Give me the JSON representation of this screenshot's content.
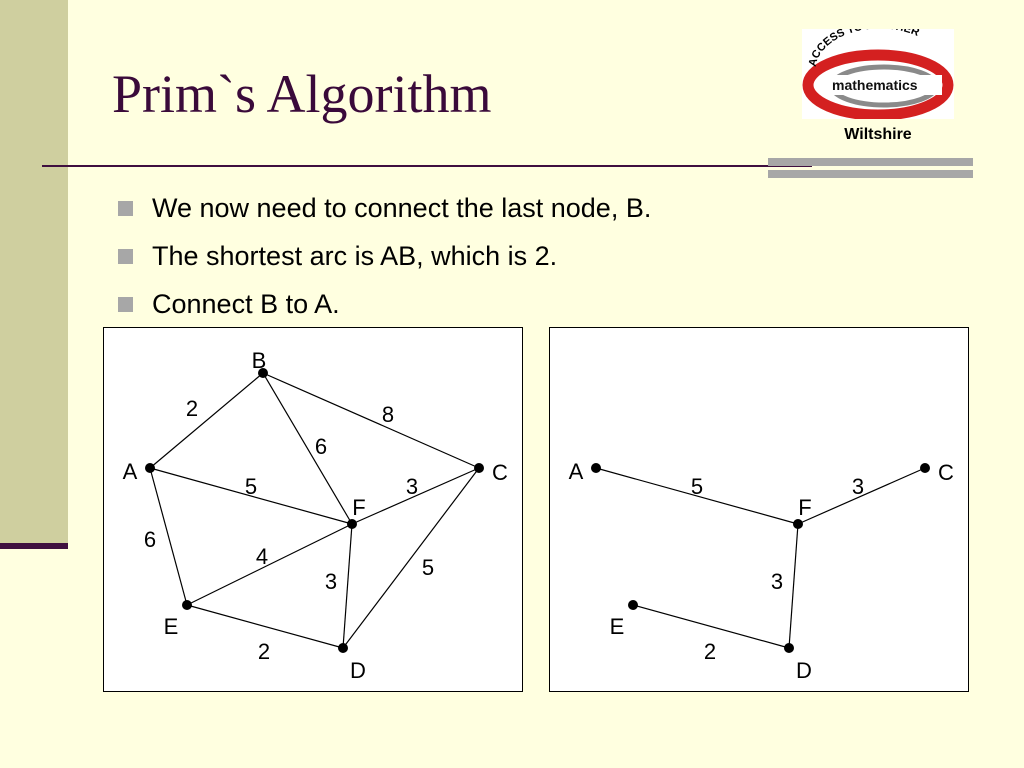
{
  "slide": {
    "title": "Prim`s Algorithm",
    "bullets": [
      "We now need to connect the last node, B.",
      "The shortest arc is AB, which is 2.",
      "Connect B to A."
    ]
  },
  "logo": {
    "top_text": "ACCESS TO FURTHER",
    "word": "mathematics",
    "caption": "Wiltshire"
  },
  "graphs": {
    "full": {
      "nodes": [
        "A",
        "B",
        "C",
        "D",
        "E",
        "F"
      ],
      "edges": [
        {
          "from": "A",
          "to": "B",
          "weight": "2"
        },
        {
          "from": "B",
          "to": "C",
          "weight": "8"
        },
        {
          "from": "B",
          "to": "F",
          "weight": "6"
        },
        {
          "from": "A",
          "to": "F",
          "weight": "5"
        },
        {
          "from": "F",
          "to": "C",
          "weight": "3"
        },
        {
          "from": "A",
          "to": "E",
          "weight": "6"
        },
        {
          "from": "E",
          "to": "F",
          "weight": "4"
        },
        {
          "from": "F",
          "to": "D",
          "weight": "3"
        },
        {
          "from": "C",
          "to": "D",
          "weight": "5"
        },
        {
          "from": "E",
          "to": "D",
          "weight": "2"
        }
      ]
    },
    "tree": {
      "nodes": [
        "A",
        "C",
        "D",
        "E",
        "F"
      ],
      "edges": [
        {
          "from": "A",
          "to": "F",
          "weight": "5"
        },
        {
          "from": "F",
          "to": "C",
          "weight": "3"
        },
        {
          "from": "F",
          "to": "D",
          "weight": "3"
        },
        {
          "from": "E",
          "to": "D",
          "weight": "2"
        }
      ]
    }
  },
  "colors": {
    "background": "#FFFFE0",
    "sidebar": "#CFCF9F",
    "title": "#3A0A3A",
    "rule": "#3F0F3F",
    "bullet": "#A7A7A7",
    "logo_red": "#D42020",
    "logo_grey": "#8A8A8A"
  }
}
